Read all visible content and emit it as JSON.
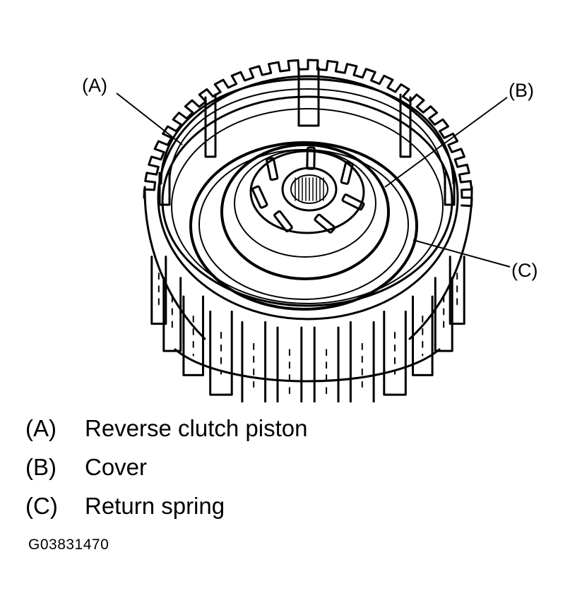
{
  "callouts": {
    "a": "(A)",
    "b": "(B)",
    "c": "(C)"
  },
  "legend": [
    {
      "key": "(A)",
      "label": "Reverse clutch piston"
    },
    {
      "key": "(B)",
      "label": "Cover"
    },
    {
      "key": "(C)",
      "label": "Return spring"
    }
  ],
  "figure_code": "G03831470",
  "colors": {
    "line": "#000000",
    "background": "#ffffff"
  }
}
